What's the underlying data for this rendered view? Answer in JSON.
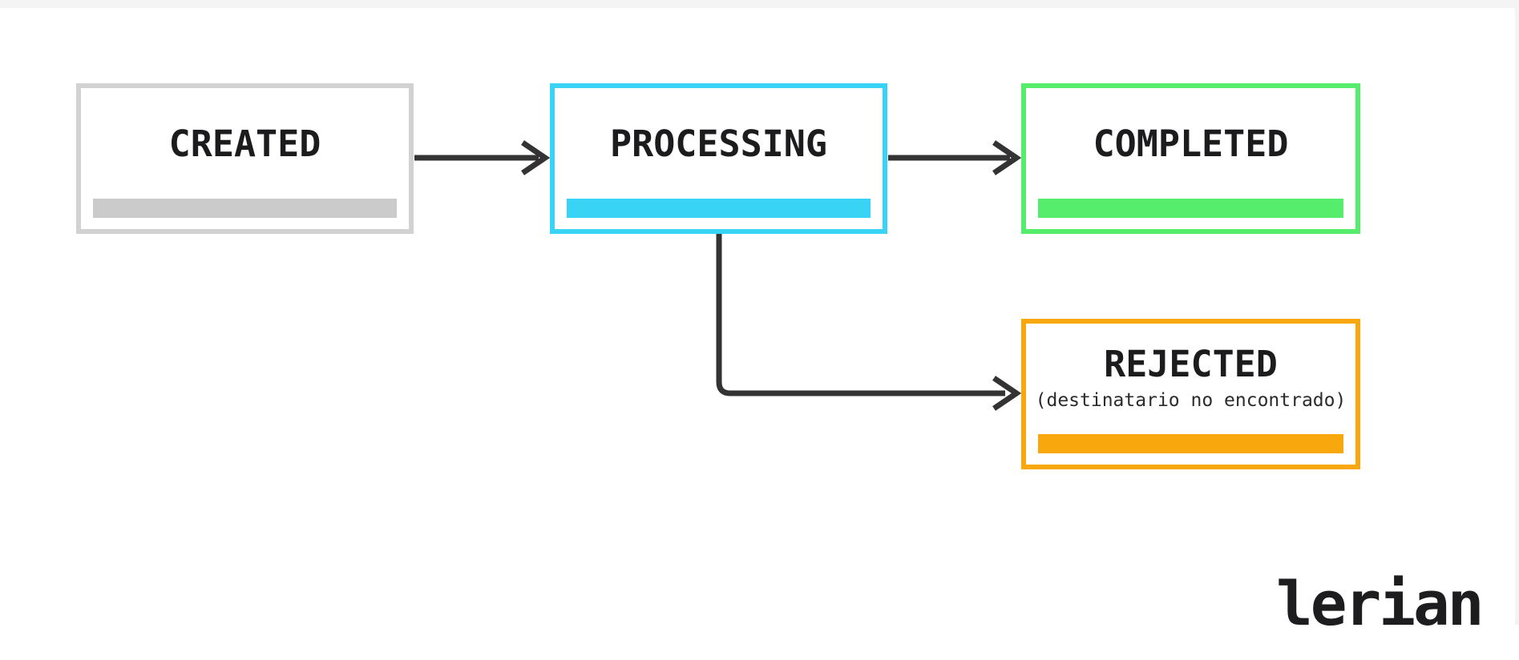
{
  "page": {
    "background_color": "#ffffff",
    "frame_strip_color": "#f4f4f4"
  },
  "diagram": {
    "arrow_color": "#333333",
    "nodes": [
      {
        "id": "created",
        "label": "CREATED",
        "border_color": "#d2d2d2",
        "bar_color": "#cbcbcb"
      },
      {
        "id": "processing",
        "label": "PROCESSING",
        "border_color": "#38d3f5",
        "bar_color": "#38d3f5"
      },
      {
        "id": "completed",
        "label": "COMPLETED",
        "border_color": "#55ed6b",
        "bar_color": "#55ed6b"
      },
      {
        "id": "rejected",
        "label": "REJECTED",
        "subtitle": "(destinatario no encontrado)",
        "border_color": "#f8a80c",
        "bar_color": "#f8a80c"
      }
    ],
    "edges": [
      {
        "from": "created",
        "to": "processing"
      },
      {
        "from": "processing",
        "to": "completed"
      },
      {
        "from": "processing",
        "to": "rejected"
      }
    ]
  },
  "branding": {
    "logo_text": "lerian",
    "logo_color": "#1d1d1f"
  }
}
